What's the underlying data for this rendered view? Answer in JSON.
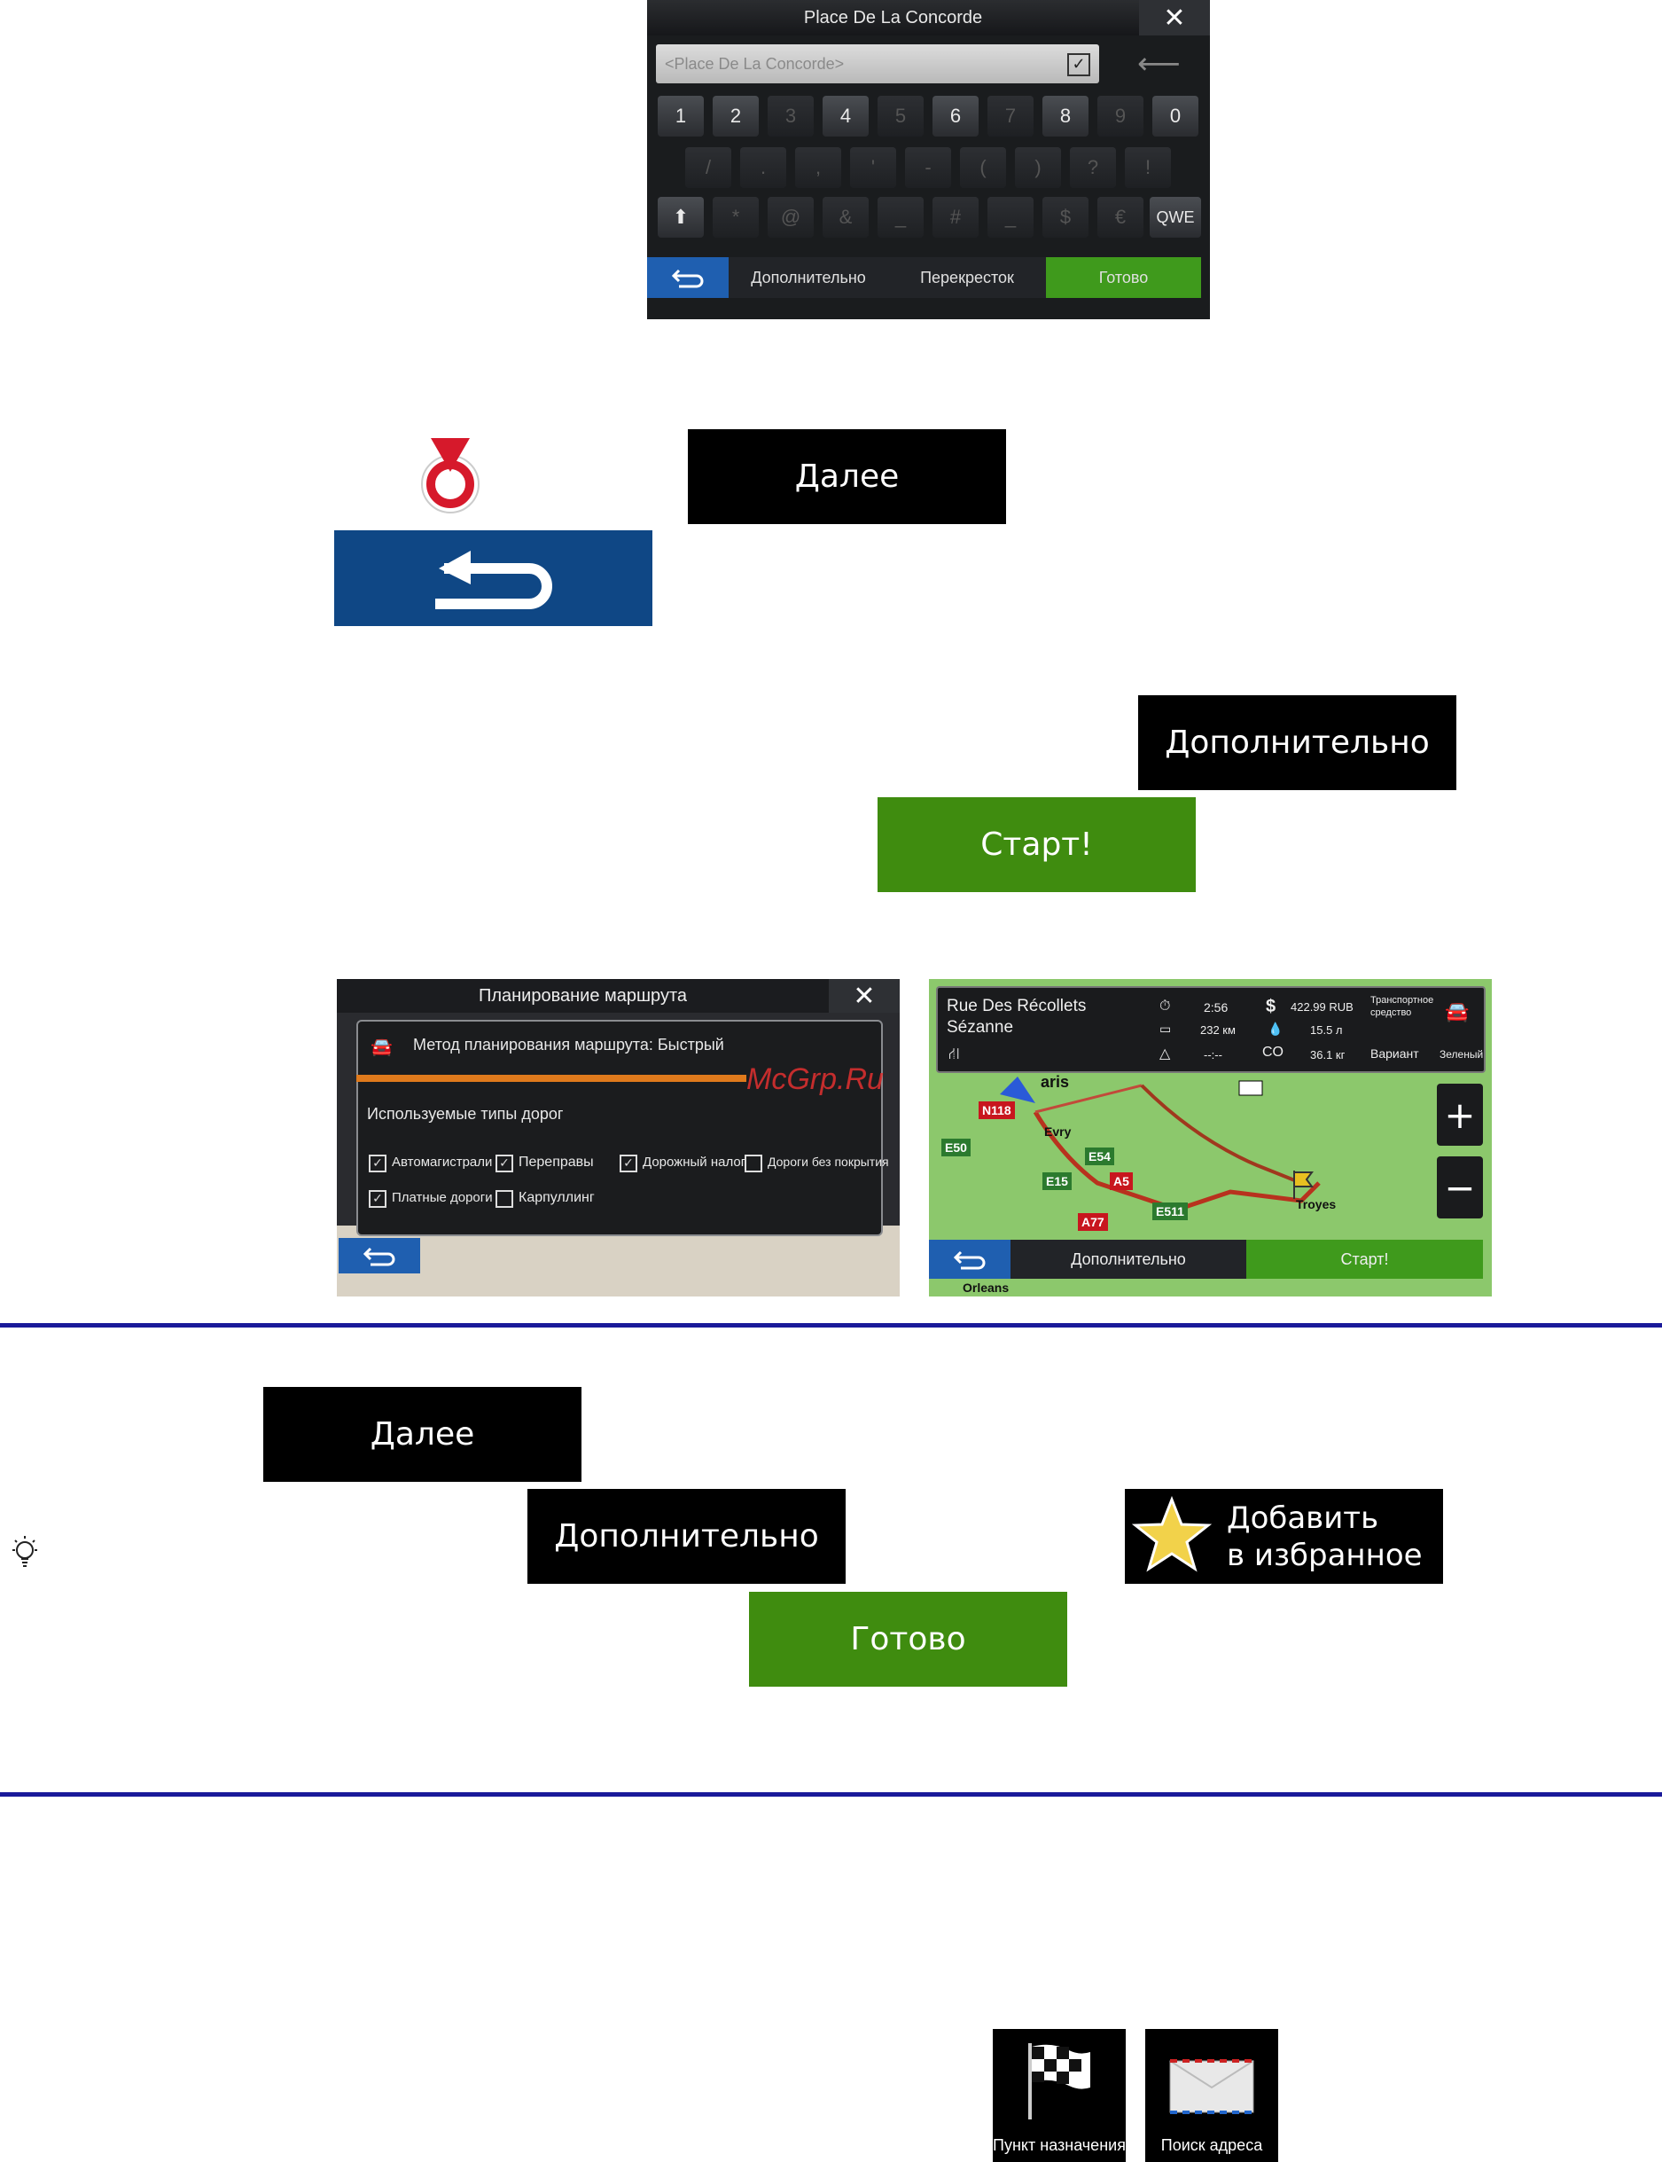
{
  "keyboard": {
    "title": "Place De La Concorde",
    "field_placeholder": "<Place De La Concorde>",
    "row1": [
      "1",
      "2",
      "3",
      "4",
      "5",
      "6",
      "7",
      "8",
      "9",
      "0"
    ],
    "row1_dim": [
      false,
      false,
      true,
      false,
      true,
      false,
      true,
      false,
      true,
      false
    ],
    "row2": [
      "/",
      ".",
      ",",
      "'",
      "-",
      "(",
      ")",
      "?",
      "!"
    ],
    "row3": [
      "*",
      "@",
      "&",
      "_",
      "#",
      "_",
      "$",
      "€"
    ],
    "qwe": "QWE",
    "more": "Дополнительно",
    "crossing": "Перекресток",
    "done": "Готово"
  },
  "buttons": {
    "next1": "Далее",
    "more1": "Дополнительно",
    "start": "Старт!",
    "next2": "Далее",
    "more2": "Дополнительно",
    "add_fav_line1": "Добавить",
    "add_fav_line2": "в избранное",
    "done": "Готово"
  },
  "plan": {
    "title": "Планирование маршрута",
    "method": "Метод планирования маршрута: Быстрый",
    "road_types": "Используемые типы дорог",
    "opt_motorways": "Автомагистрали",
    "opt_ferries": "Переправы",
    "opt_toll": "Дорожный налог",
    "opt_unpaved": "Дороги без покрытия",
    "opt_paid": "Платные дороги",
    "opt_carpool": "Карпуллинг"
  },
  "route_map": {
    "street": "Rue Des Récollets",
    "city": "Sézanne",
    "time": "2:56",
    "distance": "232 км",
    "delay": "--:--",
    "cost": "422.99 RUB",
    "fuel": "15.5 л",
    "co2_label": "CO",
    "co2": "36.1 кг",
    "vehicle_label1": "Транспортное",
    "vehicle_label2": "средство",
    "variant": "Вариант",
    "variant_value": "Зеленый",
    "roads": [
      "N118",
      "E50",
      "E54",
      "E15",
      "A5",
      "E511",
      "A77"
    ],
    "cities": [
      "Evry",
      "Troyes",
      "Orleans",
      "aris"
    ],
    "more": "Дополнительно",
    "start": "Старт!"
  },
  "tiles": {
    "destination": "Пункт назначения",
    "address": "Поиск адреса"
  },
  "watermark": "McGrp.Ru",
  "colors": {
    "accent_green": "#3f8c0f",
    "back_blue": "#0f4785",
    "rule_blue": "#1a1a9a"
  }
}
